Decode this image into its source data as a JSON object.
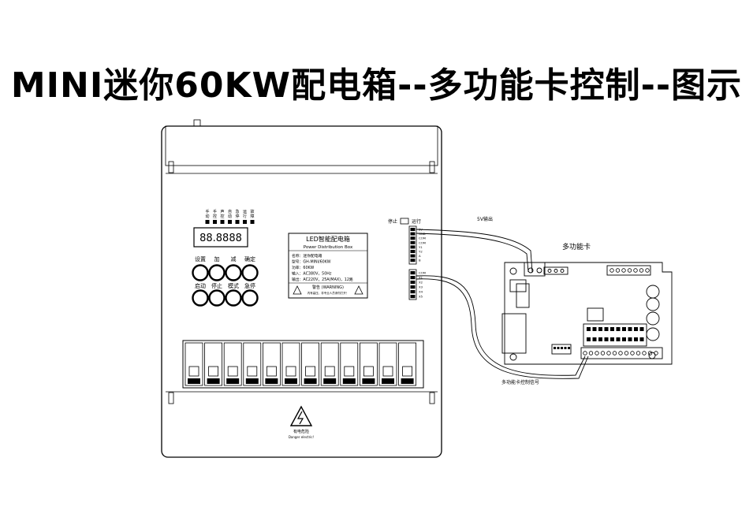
{
  "title": "MINI迷你60KW配电箱--多功能卡控制--图示",
  "box": {
    "indicator_labels": [
      "手动",
      "手控",
      "声控",
      "自动",
      "急停",
      "运行",
      "故障"
    ],
    "display_value": "88.8888",
    "button_row1_labels": [
      "设置",
      "加",
      "减",
      "确定"
    ],
    "button_row2_labels": [
      "启动",
      "停止",
      "模式",
      "急停"
    ],
    "nameplate": {
      "title": "LED智能配电箱",
      "subtitle": "Power Distribution Box",
      "lines": [
        "名称：迷你配电箱",
        "型号：GH-MINI/60KW",
        "功率：60KW",
        "输入：AC380V，50Hz",
        "输出：AC220V，25A(MAX)，12路"
      ],
      "warning": "警告 (WARNING)",
      "warning_note": "内有高压，非专业人员请勿打开！"
    },
    "switch_stop_label": "停止",
    "switch_run_label": "运行",
    "terminal_labels_top": [
      "5V",
      "GND",
      "COM",
      "COM",
      "Y1",
      "Y2",
      "A",
      "B"
    ],
    "terminal_labels_bottom": [
      "COM",
      "X1",
      "X2",
      "X3",
      "X4",
      "X5"
    ],
    "hazard_label": "有电危险",
    "hazard_sublabel": "Danger electric!"
  },
  "labels": {
    "output_5v": "5V输出",
    "card_name": "多功能卡",
    "control_signal": "多功能卡控制信号"
  }
}
